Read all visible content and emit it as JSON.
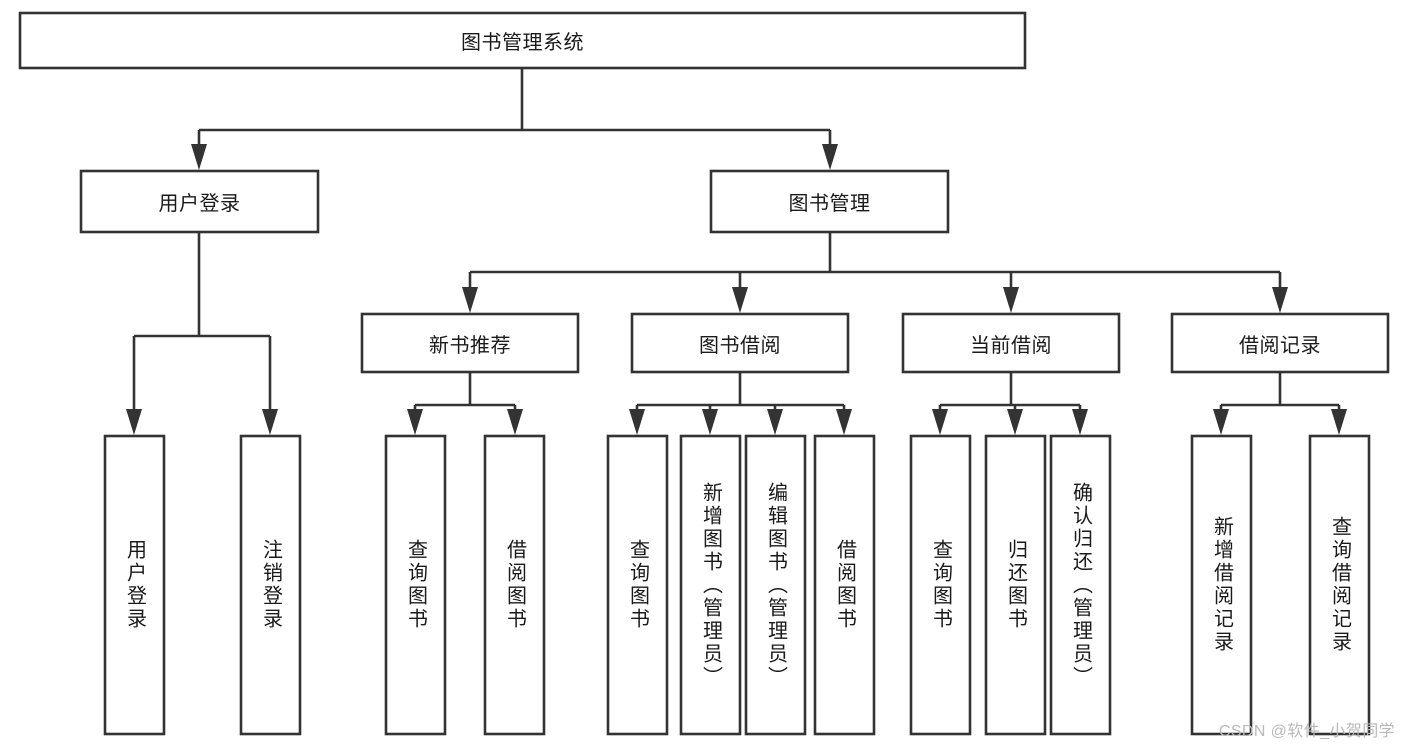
{
  "diagram": {
    "type": "tree-hierarchy-chart",
    "title": "图书管理系统",
    "colors": {
      "background": "#ffffff",
      "box_stroke": "#333333",
      "box_fill": "#ffffff",
      "text": "#1a1a1a",
      "watermark": "#b9b9b9"
    },
    "levels": {
      "root": {
        "label": "图书管理系统"
      },
      "level1": [
        {
          "label": "用户登录"
        },
        {
          "label": "图书管理"
        }
      ],
      "level2": [
        {
          "label": "新书推荐"
        },
        {
          "label": "图书借阅"
        },
        {
          "label": "当前借阅"
        },
        {
          "label": "借阅记录"
        }
      ],
      "leaves_user_login": [
        {
          "label": "用户登录"
        },
        {
          "label": "注销登录"
        }
      ],
      "leaves_new_book": [
        {
          "label": "查询图书"
        },
        {
          "label": "借阅图书"
        }
      ],
      "leaves_borrow": [
        {
          "label": "查询图书"
        },
        {
          "label": "新增图书（管理员）"
        },
        {
          "label": "编辑图书（管理员）"
        },
        {
          "label": "借阅图书"
        }
      ],
      "leaves_current": [
        {
          "label": "查询图书"
        },
        {
          "label": "归还图书"
        },
        {
          "label": "确认归还（管理员）"
        }
      ],
      "leaves_records": [
        {
          "label": "新增借阅记录"
        },
        {
          "label": "查询借阅记录"
        }
      ]
    },
    "watermark": "CSDN @软件_小贺同学"
  }
}
